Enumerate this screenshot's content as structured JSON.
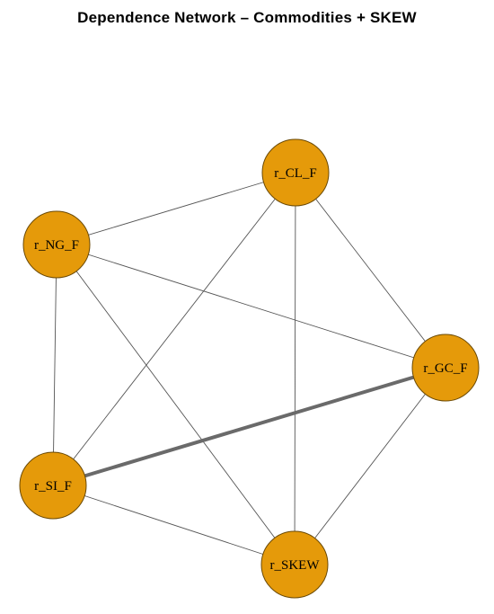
{
  "title": "Dependence Network – Commodities + SKEW",
  "colors": {
    "node_fill": "#E59A0A",
    "node_stroke": "#6b4a06",
    "edge": "#555555",
    "strong_edge": "#6a6a6a"
  },
  "nodes": [
    {
      "id": "r_CL_F",
      "label": "r_CL_F"
    },
    {
      "id": "r_NG_F",
      "label": "r_NG_F"
    },
    {
      "id": "r_GC_F",
      "label": "r_GC_F"
    },
    {
      "id": "r_SI_F",
      "label": "r_SI_F"
    },
    {
      "id": "r_SKEW",
      "label": "r_SKEW"
    }
  ],
  "edges": [
    {
      "from": "r_CL_F",
      "to": "r_NG_F",
      "strength": "weak"
    },
    {
      "from": "r_CL_F",
      "to": "r_GC_F",
      "strength": "weak"
    },
    {
      "from": "r_CL_F",
      "to": "r_SI_F",
      "strength": "weak"
    },
    {
      "from": "r_CL_F",
      "to": "r_SKEW",
      "strength": "weak"
    },
    {
      "from": "r_NG_F",
      "to": "r_GC_F",
      "strength": "weak"
    },
    {
      "from": "r_NG_F",
      "to": "r_SI_F",
      "strength": "weak"
    },
    {
      "from": "r_NG_F",
      "to": "r_SKEW",
      "strength": "weak"
    },
    {
      "from": "r_GC_F",
      "to": "r_SI_F",
      "strength": "strong"
    },
    {
      "from": "r_GC_F",
      "to": "r_SKEW",
      "strength": "weak"
    },
    {
      "from": "r_SI_F",
      "to": "r_SKEW",
      "strength": "weak"
    }
  ]
}
